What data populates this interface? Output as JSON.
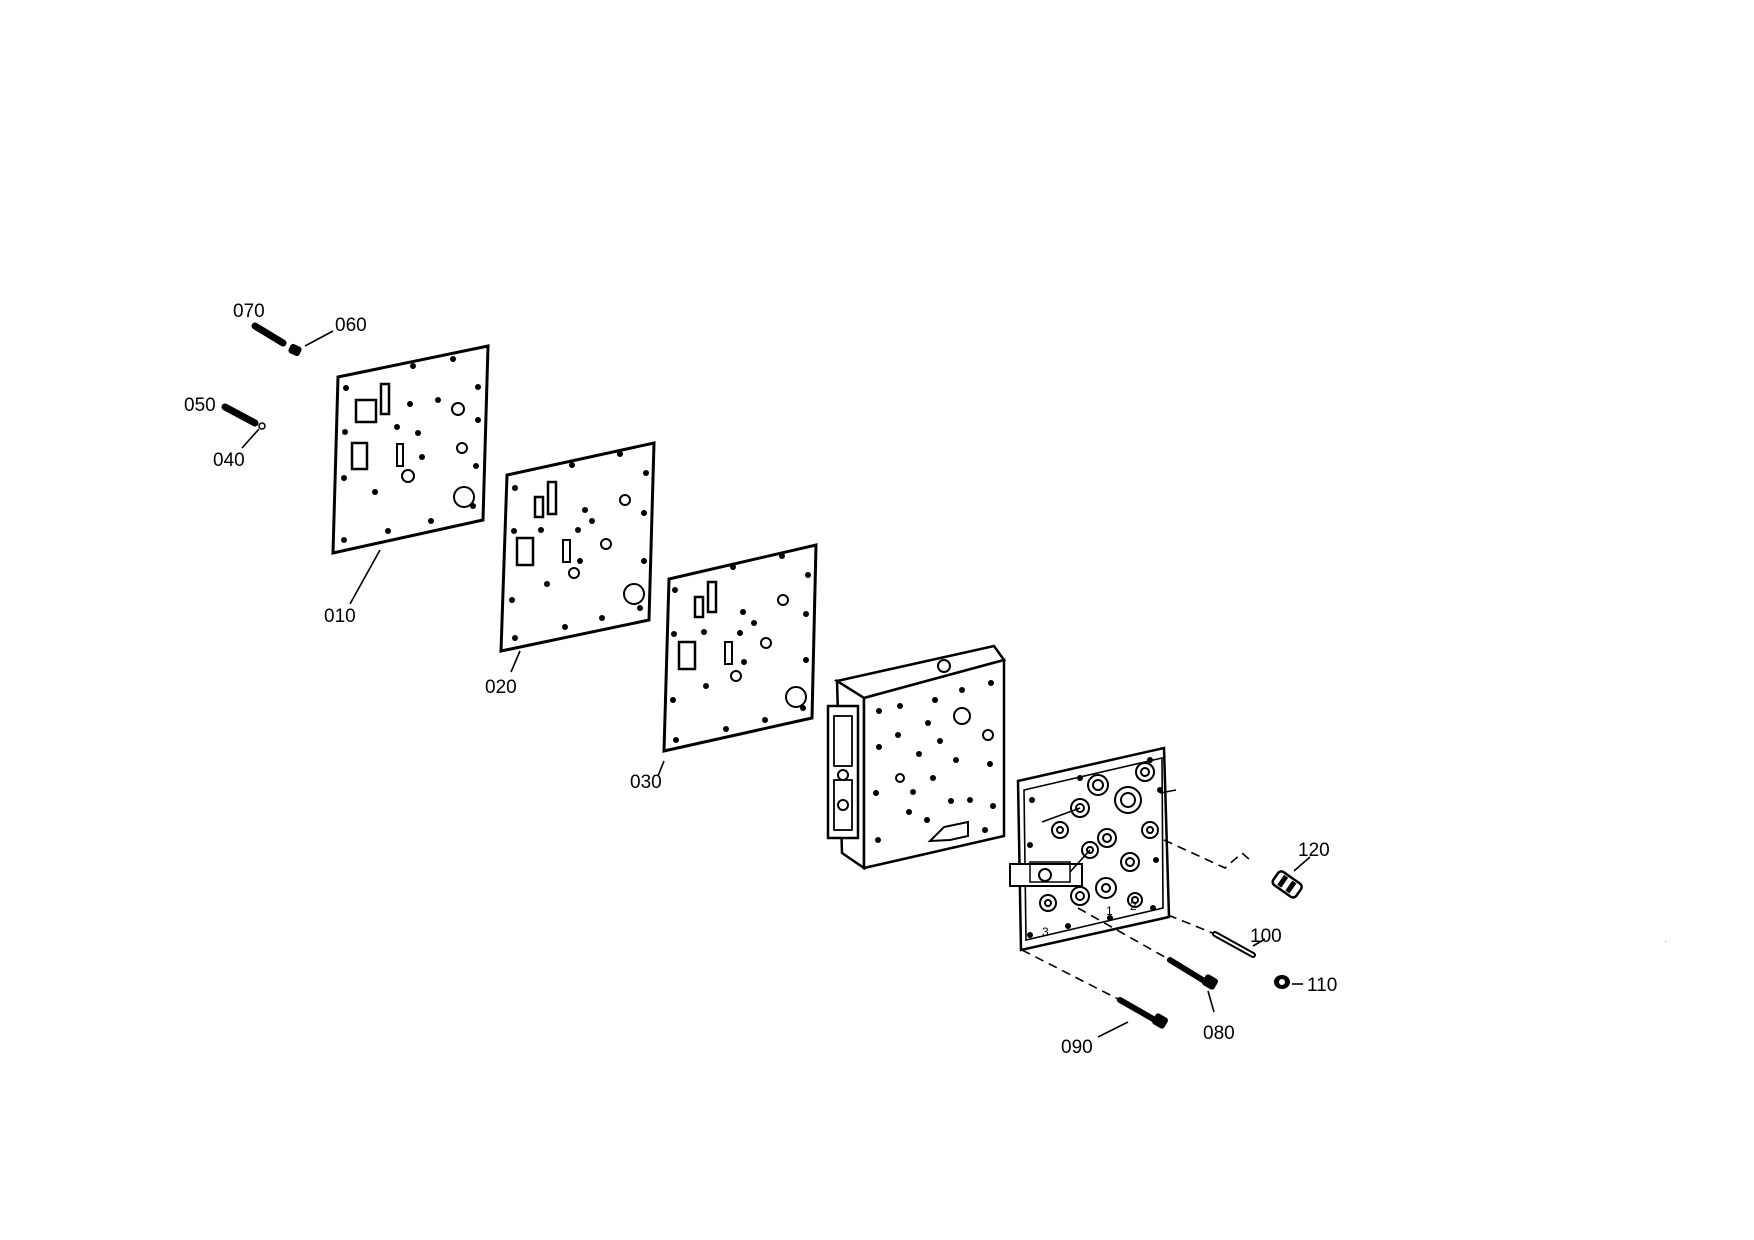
{
  "labels": {
    "p010": "010",
    "p020": "020",
    "p030": "030",
    "p040": "040",
    "p050": "050",
    "p060": "060",
    "p070": "070",
    "p080": "080",
    "p090": "090",
    "p100": "100",
    "p110": "110",
    "p120": "120"
  },
  "markings": {
    "m1": "1",
    "m2": "2",
    "m3": "3"
  }
}
